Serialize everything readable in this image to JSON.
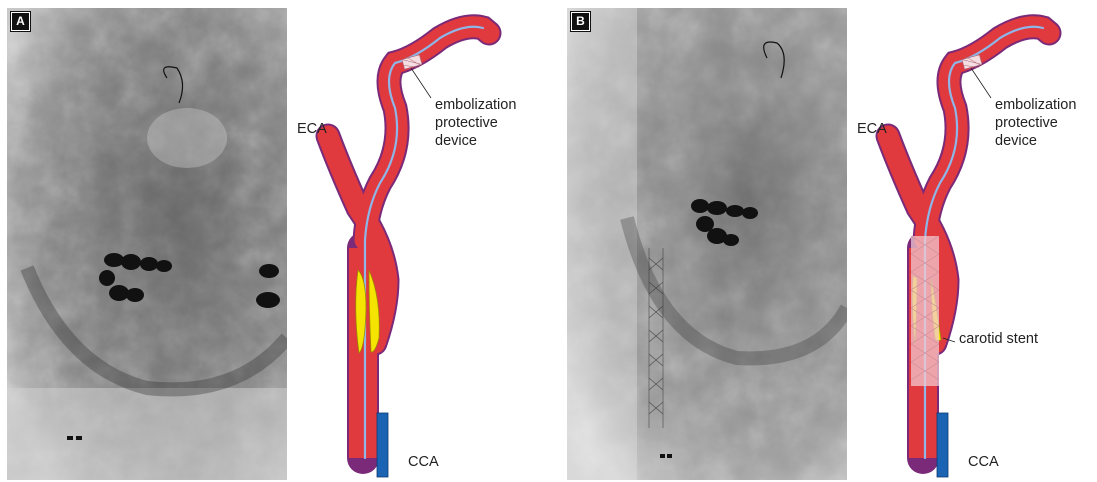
{
  "panels": [
    {
      "label": "A",
      "annotations": {
        "eca": "ECA",
        "cca": "CCA",
        "device": [
          "embolization",
          "protective",
          "device"
        ]
      }
    },
    {
      "label": "B",
      "annotations": {
        "eca": "ECA",
        "cca": "CCA",
        "device": [
          "embolization",
          "protective",
          "device"
        ],
        "stent": "carotid stent"
      }
    }
  ],
  "colors": {
    "artery": "#e0393e",
    "artery_outline": "#7a2a78",
    "plaque": "#f5e400",
    "catheter": "#1b63b3",
    "wire": "#8fb6e6",
    "stent_mesh": "#f1c9d0"
  }
}
